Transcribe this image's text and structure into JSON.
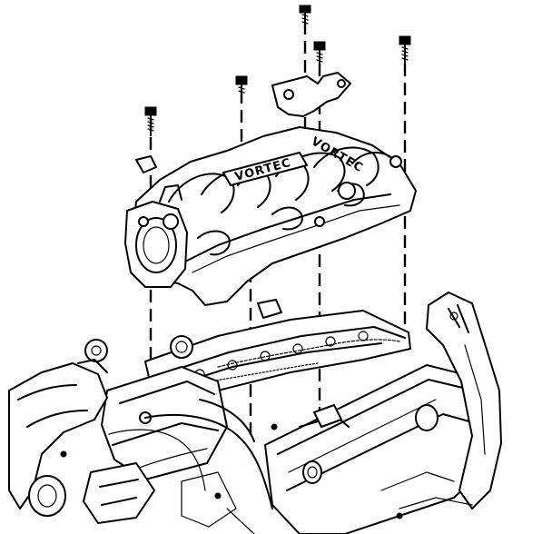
{
  "diagram": {
    "emblem_text": "VORTEC",
    "ink_color": "#000000",
    "paper_color": "#ffffff",
    "parts": [
      "upper-intake-manifold",
      "manifold-bolt",
      "throttle-body",
      "mounting-bracket",
      "fuel-rail",
      "left-valve-cover",
      "right-valve-cover",
      "engine-block"
    ]
  }
}
